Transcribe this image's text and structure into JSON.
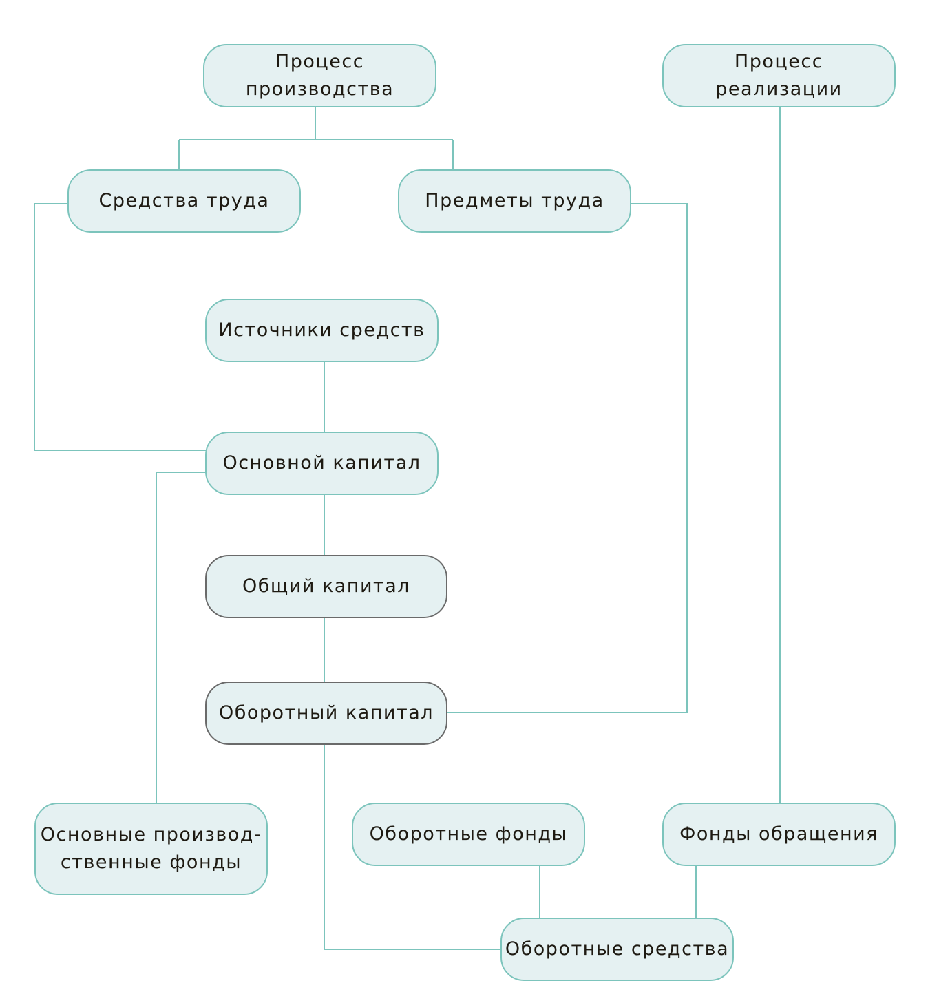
{
  "nodes": {
    "process_production": "Процесс\nпроизводства",
    "process_sales": "Процесс\nреализации",
    "means_of_labor": "Средства труда",
    "objects_of_labor": "Предметы труда",
    "sources_of_funds": "Источники средств",
    "fixed_capital": "Основной капитал",
    "total_capital": "Общий капитал",
    "working_capital": "Оборотный капитал",
    "fixed_production_assets": "Основные производ-\nственные фонды",
    "circulating_production_assets": "Оборотные фонды",
    "circulation_funds": "Фонды обращения",
    "current_assets": "Оборотные средства"
  },
  "colors": {
    "connector": "#7cc4bc",
    "node_fill": "#e5f1f2",
    "node_border": "#7cc4bc",
    "node_border_dark": "#6a6a6a",
    "text": "#1e1a12"
  }
}
